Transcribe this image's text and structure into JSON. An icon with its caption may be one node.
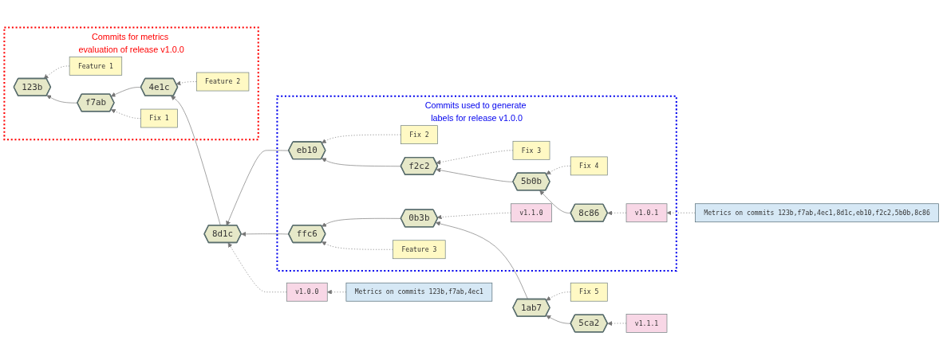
{
  "diagram": {
    "nodes": [
      {
        "text": [
          "Commits for metrics evaluation of release v1.0.0"
        ]
      },
      {
        "text": [
          "Feature 1"
        ],
        "in": 0
      },
      {
        "text": [
          "Feature 2"
        ],
        "in": 0
      },
      {
        "text": [
          "123b"
        ],
        "in": 0
      },
      {
        "text": [
          "f7ab"
        ],
        "in": 0
      },
      {
        "text": [
          "4e1c"
        ],
        "in": 0
      },
      {
        "text": [
          "Fix 1"
        ],
        "in": 0
      },
      {
        "text": [
          "Metrics on commits 123b,f7ab,4ec1"
        ]
      },
      {
        "text": [
          "v1.0.0"
        ]
      },
      {
        "text": [
          "8d1c"
        ]
      },
      {
        "text": [
          "Commits used to generate labels for release v1.0.0"
        ]
      },
      {
        "text": [
          "Metrics on commits 123b,f7ab,4ec1,8d1c,eb10,f2c2,5b0b,8c86"
        ]
      },
      {
        "text": [
          "Fix 2"
        ],
        "in": 10
      },
      {
        "text": [
          "Fix 3"
        ],
        "in": 10
      },
      {
        "text": [
          "Fix 4"
        ],
        "in": 10
      },
      {
        "text": [
          "v1.0.1"
        ],
        "in": 10
      },
      {
        "text": [
          "eb10"
        ],
        "in": 10
      },
      {
        "text": [
          "f2c2"
        ],
        "in": 10
      },
      {
        "text": [
          "5b0b"
        ],
        "in": 10
      },
      {
        "text": [
          "8c86"
        ],
        "in": 10
      },
      {
        "text": [
          "v1.1.0"
        ],
        "in": 10
      },
      {
        "text": [
          "ffc6"
        ],
        "in": 10
      },
      {
        "text": [
          "0b3b"
        ],
        "in": 10
      },
      {
        "text": [
          "Feature 3"
        ],
        "in": 10
      },
      {
        "text": [
          "v1.1.1"
        ]
      },
      {
        "text": [
          "1ab7"
        ]
      },
      {
        "text": [
          "5ca2"
        ]
      },
      {
        "text": [
          "Fix 5"
        ]
      }
    ],
    "edges": [
      {
        "from": 4,
        "to": 3,
        "arrow": "to"
      },
      {
        "from": 5,
        "to": 4,
        "arrow": "to"
      },
      {
        "from": 9,
        "to": 5,
        "arrow": "to"
      },
      {
        "from": 16,
        "to": 9,
        "arrow": "to"
      },
      {
        "from": 17,
        "to": 16,
        "arrow": "to"
      },
      {
        "from": 18,
        "to": 17,
        "arrow": "to"
      },
      {
        "from": 19,
        "to": 18,
        "arrow": "to"
      },
      {
        "from": 21,
        "to": 9,
        "arrow": "to"
      },
      {
        "from": 22,
        "to": 21,
        "arrow": "to"
      },
      {
        "from": 25,
        "to": 22,
        "arrow": "to"
      },
      {
        "from": 26,
        "to": 25,
        "arrow": "to"
      },
      {
        "from": 1,
        "to": 3,
        "arrow": "to",
        "style": "dashed"
      },
      {
        "from": 2,
        "to": 5,
        "arrow": "to",
        "style": "dashed"
      },
      {
        "from": 6,
        "to": 4,
        "arrow": "to",
        "style": "dashed"
      },
      {
        "from": 7,
        "to": 8,
        "arrow": "to",
        "style": "dashed"
      },
      {
        "from": 8,
        "to": 9,
        "arrow": "to",
        "style": "dashed"
      },
      {
        "from": 11,
        "to": 15,
        "arrow": "to",
        "style": "dashed"
      },
      {
        "from": 12,
        "to": 16,
        "arrow": "to",
        "style": "dashed"
      },
      {
        "from": 13,
        "to": 17,
        "arrow": "to",
        "style": "dashed"
      },
      {
        "from": 14,
        "to": 18,
        "arrow": "to",
        "style": "dashed"
      },
      {
        "from": 15,
        "to": 19,
        "arrow": "to",
        "style": "dashed"
      },
      {
        "from": 20,
        "to": 22,
        "arrow": "to",
        "style": "dashed"
      },
      {
        "from": 23,
        "to": 21,
        "arrow": "to",
        "style": "dashed"
      },
      {
        "from": 24,
        "to": 26,
        "arrow": "to",
        "style": "dashed"
      },
      {
        "from": 27,
        "to": 25,
        "arrow": "to",
        "style": "dashed"
      }
    ]
  }
}
